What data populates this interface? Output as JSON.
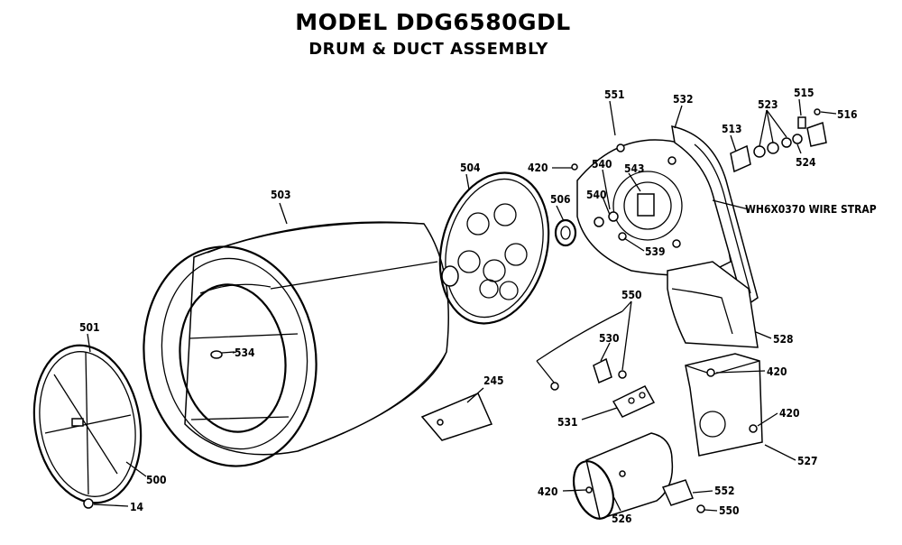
{
  "title": "MODEL DDG6580GDL",
  "subtitle": "DRUM & DUCT ASSEMBLY",
  "parts": {
    "p14": "14",
    "p245": "245",
    "p420a": "420",
    "p420b": "420",
    "p420c": "420",
    "p420d": "420",
    "p500": "500",
    "p501": "501",
    "p503": "503",
    "p504": "504",
    "p506": "506",
    "p513": "513",
    "p515": "515",
    "p516": "516",
    "p523": "523",
    "p524": "524",
    "p526": "526",
    "p527": "527",
    "p528": "528",
    "p530": "530",
    "p531": "531",
    "p532": "532",
    "p534": "534",
    "p539": "539",
    "p540a": "540",
    "p540b": "540",
    "p543": "543",
    "p550a": "550",
    "p550b": "550",
    "p551": "551",
    "p552": "552",
    "wire_strap": "WH6X0370 WIRE STRAP"
  }
}
